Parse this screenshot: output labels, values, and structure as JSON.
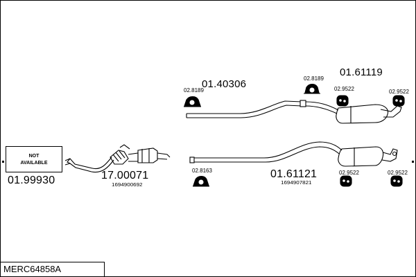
{
  "parts": {
    "center_pipe": {
      "number": "01.40306"
    },
    "rear_silencer_upper": {
      "number": "01.61119"
    },
    "catalyst": {
      "number": "17.00071",
      "oem": "1694900692"
    },
    "center_pipe_lower": {
      "number": "01.61121",
      "oem": "1694907821"
    },
    "front_pipe": {
      "number": "01.99930",
      "status": "NOT AVAILABLE",
      "status_line1": "NOT",
      "status_line2": "AVAILABLE"
    }
  },
  "fittings": {
    "upper_clamp_left": "02.8189",
    "upper_clamp_mid": "02.8189",
    "upper_hanger_1": "02.9522",
    "upper_hanger_2": "02.9522",
    "lower_clamp": "02.8163",
    "lower_hanger_1": "02.9522",
    "lower_hanger_2": "02.9522"
  },
  "reference": "MERC64858A",
  "colors": {
    "line": "#000000",
    "background": "#ffffff"
  }
}
